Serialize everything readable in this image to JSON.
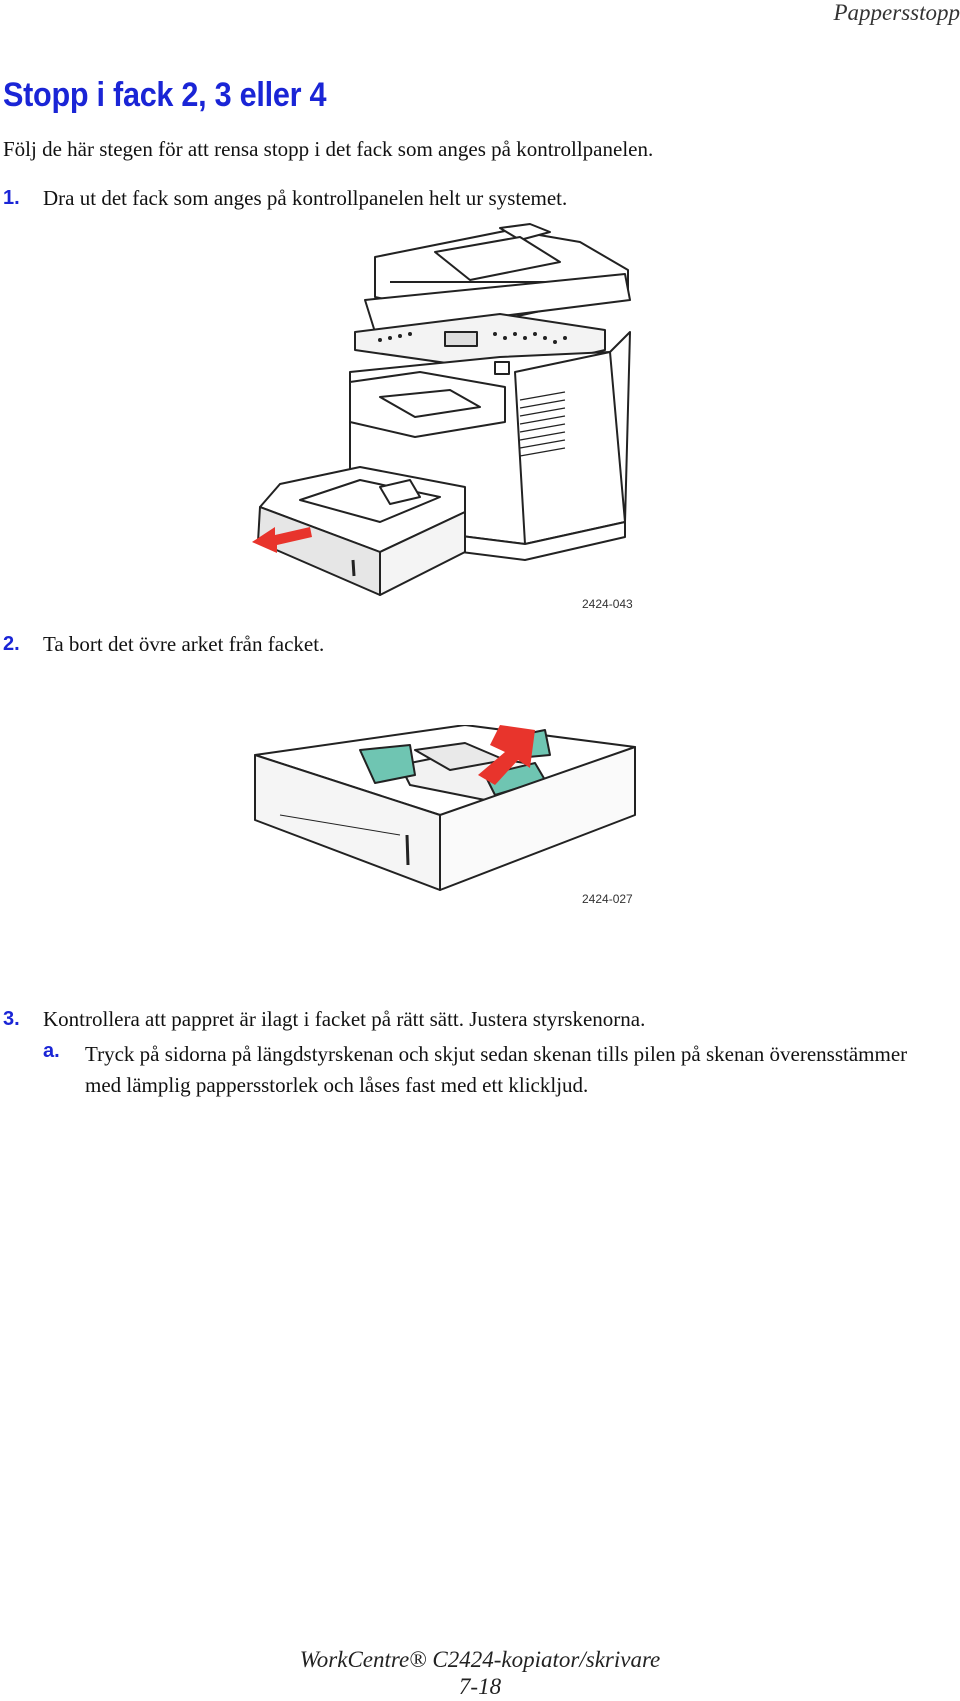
{
  "header": {
    "section": "Pappersstopp"
  },
  "title": "Stopp i fack 2, 3 eller 4",
  "intro": "Följ de här stegen för att rensa stopp i det fack som anges på kontrollpanelen.",
  "steps": [
    {
      "num": "1.",
      "text": "Dra ut det fack som anges på kontrollpanelen helt ur systemet."
    },
    {
      "num": "2.",
      "text": "Ta bort det övre arket från facket."
    },
    {
      "num": "3.",
      "text": "Kontrollera att pappret är ilagt i facket på rätt sätt. Justera styrskenorna."
    }
  ],
  "substeps": [
    {
      "num": "a.",
      "text": "Tryck på sidorna på längdstyrskenan och skjut sedan skenan tills pilen på skenan överensstämmer med lämplig pappersstorlek och låses fast med ett klickljud."
    }
  ],
  "figures": [
    {
      "code": "2424-043",
      "icon": "printer-with-tray-pulled-out"
    },
    {
      "code": "2424-027",
      "icon": "paper-tray-remove-sheet"
    }
  ],
  "colors": {
    "accent": "#1a25d6",
    "arrow": "#e8342c",
    "guide": "#6fc5b2"
  },
  "footer": {
    "product": "WorkCentre® C2424-kopiator/skrivare",
    "page": "7-18"
  }
}
